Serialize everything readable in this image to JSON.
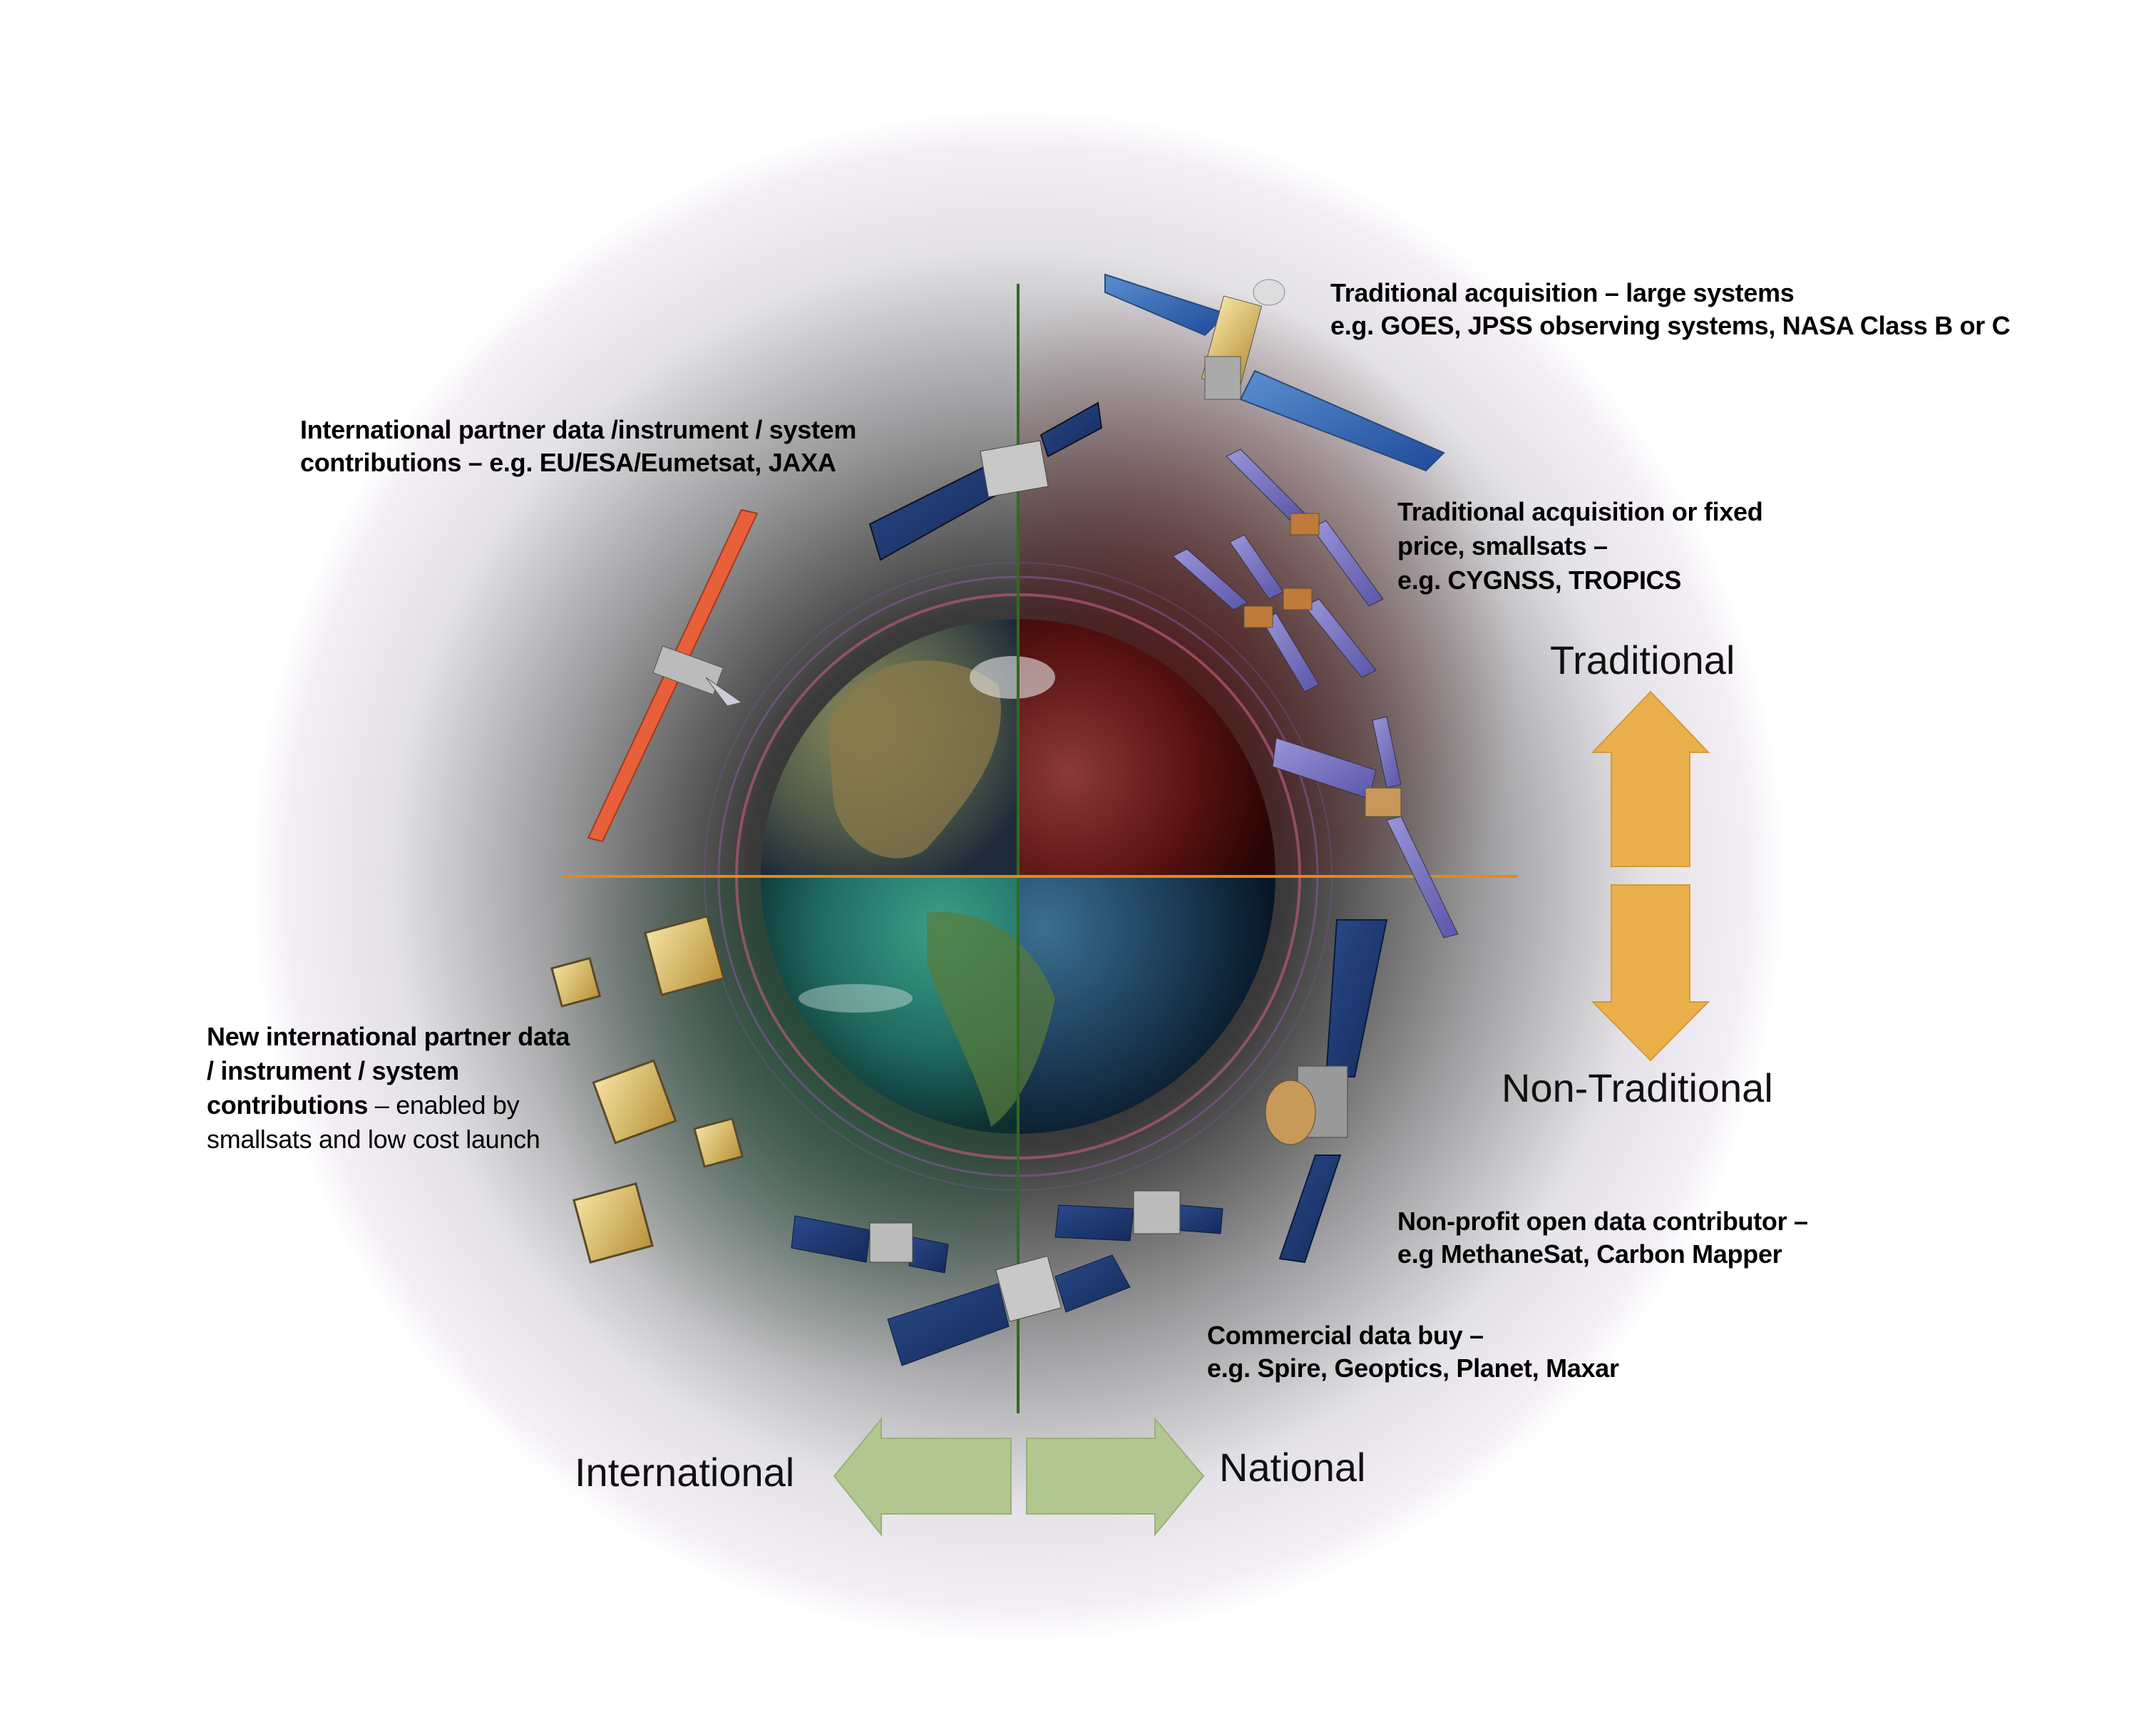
{
  "notes": {
    "large_systems": {
      "line1": "Traditional acquisition – large systems",
      "line2": "e.g. GOES, JPSS observing systems, NASA Class B or C"
    },
    "international_partner": {
      "line1": "International partner data /instrument / system",
      "line2": "contributions – e.g. EU/ESA/Eumetsat, JAXA"
    },
    "smallsats": {
      "line1": "Traditional acquisition or fixed",
      "line2": "price, smallsats –",
      "line3": "e.g. CYGNSS, TROPICS"
    },
    "new_international": {
      "line1": "New international partner data",
      "line2": "/ instrument / system",
      "line3_bold": "contributions",
      "line3_rest": " – enabled by",
      "line4": "smallsats and low cost launch"
    },
    "non_profit": {
      "line1": "Non-profit open data contributor –",
      "line2": "e.g MethaneSat, Carbon Mapper"
    },
    "commercial": {
      "line1": "Commercial data buy –",
      "line2": "e.g. Spire, Geoptics, Planet, Maxar"
    }
  },
  "axes": {
    "traditional": "Traditional",
    "non_traditional": "Non-Traditional",
    "international": "International",
    "national": "National"
  },
  "colors": {
    "vertical_arrow": "#e9b04c",
    "horizontal_arrow": "#b2c78f",
    "vertical_axis": "#2e6b1f",
    "horizontal_axis": "#e08a1e"
  }
}
